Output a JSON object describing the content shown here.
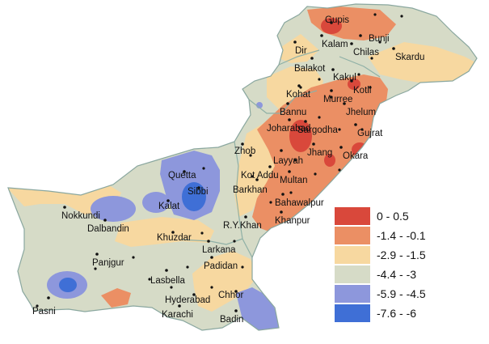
{
  "legend": {
    "items": [
      {
        "label": "0 - 0.5",
        "color": "#d9483b"
      },
      {
        "label": "-1.4 - -0.1",
        "color": "#eb8f64"
      },
      {
        "label": "-2.9 - -1.5",
        "color": "#f7d8a0"
      },
      {
        "label": "-4.4 - -3",
        "color": "#d6dbc7"
      },
      {
        "label": "-5.9 - -4.5",
        "color": "#8d97dc"
      },
      {
        "label": "-7.6 - -6",
        "color": "#3f6fd6"
      }
    ]
  },
  "cities": [
    {
      "name": "Gupis"
    },
    {
      "name": "Bunji"
    },
    {
      "name": "Kalam"
    },
    {
      "name": "Chilas"
    },
    {
      "name": "Skardu"
    },
    {
      "name": "Dir"
    },
    {
      "name": "Balakot"
    },
    {
      "name": "Kakul"
    },
    {
      "name": "Kohat"
    },
    {
      "name": "Murree"
    },
    {
      "name": "Kotli"
    },
    {
      "name": "Jhelum"
    },
    {
      "name": "Bannu"
    },
    {
      "name": "Joharabad"
    },
    {
      "name": "Sargodha"
    },
    {
      "name": "Gujrat"
    },
    {
      "name": "Zhob"
    },
    {
      "name": "Jhang"
    },
    {
      "name": "Layyah"
    },
    {
      "name": "Okara"
    },
    {
      "name": "Quetta"
    },
    {
      "name": "Kot Addu"
    },
    {
      "name": "Multan"
    },
    {
      "name": "Barkhan"
    },
    {
      "name": "Sibbi"
    },
    {
      "name": "Kalat"
    },
    {
      "name": "Bahawalpur"
    },
    {
      "name": "Nokkundi"
    },
    {
      "name": "Dalbandin"
    },
    {
      "name": "Khanpur"
    },
    {
      "name": "R.Y.Khan"
    },
    {
      "name": "Khuzdar"
    },
    {
      "name": "Larkana"
    },
    {
      "name": "Panjgur"
    },
    {
      "name": "Padidan"
    },
    {
      "name": "Lasbella"
    },
    {
      "name": "Pasni"
    },
    {
      "name": "Hyderabad"
    },
    {
      "name": "Chhor"
    },
    {
      "name": "Karachi"
    },
    {
      "name": "Badin"
    }
  ]
}
